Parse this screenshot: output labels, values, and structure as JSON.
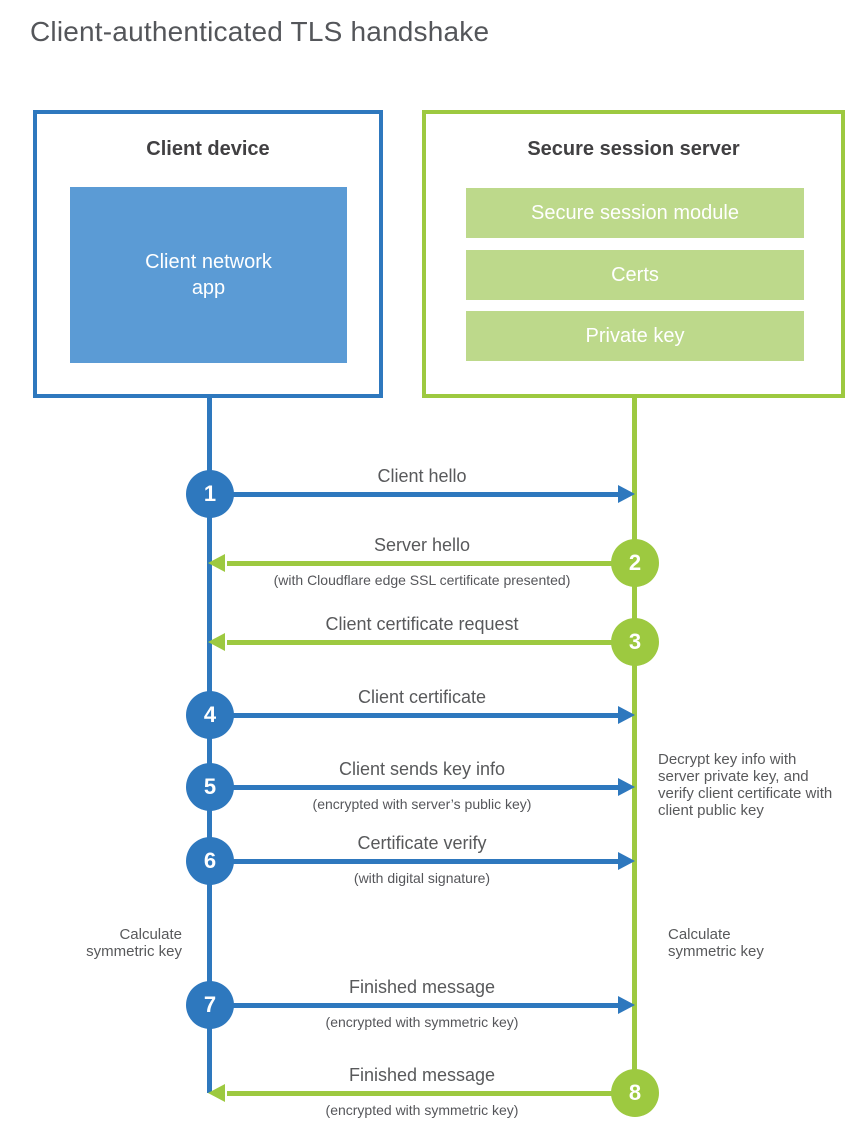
{
  "title": "Client-authenticated TLS handshake",
  "client": {
    "title": "Client device",
    "app_label": "Client network app"
  },
  "server": {
    "title": "Secure session server",
    "modules": [
      {
        "label": "Secure session module"
      },
      {
        "label": "Certs"
      },
      {
        "label": "Private key"
      }
    ]
  },
  "steps": [
    {
      "num": "1",
      "from": "client",
      "to": "server",
      "label": "Client hello",
      "sublabel": ""
    },
    {
      "num": "2",
      "from": "server",
      "to": "client",
      "label": "Server hello",
      "sublabel": "(with Cloudflare edge SSL certificate presented)"
    },
    {
      "num": "3",
      "from": "server",
      "to": "client",
      "label": "Client certificate request",
      "sublabel": ""
    },
    {
      "num": "4",
      "from": "client",
      "to": "server",
      "label": "Client certificate",
      "sublabel": ""
    },
    {
      "num": "5",
      "from": "client",
      "to": "server",
      "label": "Client sends key info",
      "sublabel": "(encrypted with server’s public key)"
    },
    {
      "num": "6",
      "from": "client",
      "to": "server",
      "label": "Certificate verify",
      "sublabel": "(with digital signature)"
    },
    {
      "num": "7",
      "from": "client",
      "to": "server",
      "label": "Finished message",
      "sublabel": "(encrypted with symmetric key)"
    },
    {
      "num": "8",
      "from": "server",
      "to": "client",
      "label": "Finished message",
      "sublabel": "(encrypted with symmetric key)"
    }
  ],
  "notes": {
    "decrypt_note": "Decrypt key info with server private key, and verify client certificate with client public key",
    "calculate_left": "Calculate symmetric key",
    "calculate_right": "Calculate symmetric key"
  },
  "colors": {
    "blue": "#2E78BE",
    "blue_fill": "#5B9BD5",
    "green": "#9DC940",
    "green_fill": "#BDD98B"
  }
}
